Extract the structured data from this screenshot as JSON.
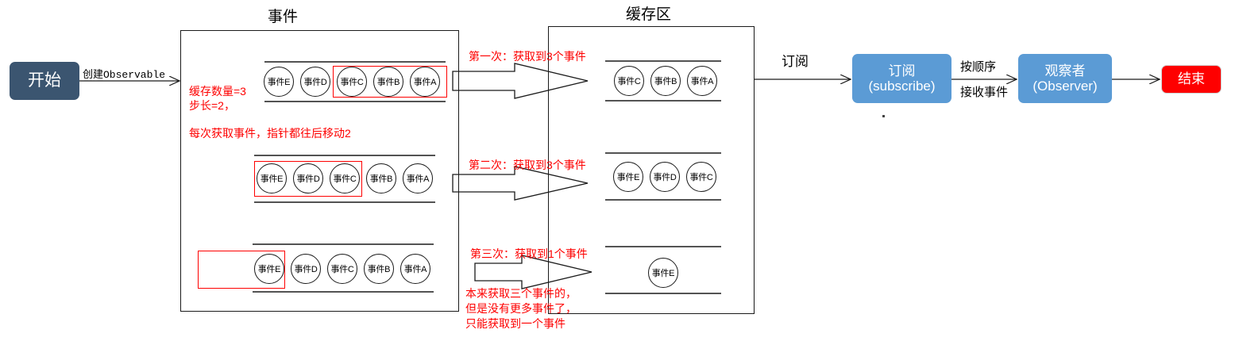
{
  "diagram": {
    "title_events": "事件",
    "title_buffer": "缓存区"
  },
  "nodes": {
    "start": "开始",
    "subscribe_line1": "订阅",
    "subscribe_line2": "(subscribe)",
    "observer_line1": "观察者",
    "observer_line2": "(Observer)",
    "end": "结束"
  },
  "edge_labels": {
    "create_observable": "创建Observable",
    "subscribe": "订阅",
    "in_order": "按顺序",
    "receive_events": "接收事件"
  },
  "annotations": {
    "buffer_count": "缓存数量=3",
    "step": "步长=2，",
    "pointer_note": "每次获取事件，指针都往后移动2",
    "pass1": "第一次：获取到3个事件",
    "pass2": "第二次：获取到3个事件",
    "pass3": "第三次：获取到1个事件",
    "tail_line1": "本来获取三个事件的，",
    "tail_line2": "但是没有更多事件了，",
    "tail_line3": "只能获取到一个事件"
  },
  "events_rows": [
    {
      "id": "row1",
      "items": [
        "事件E",
        "事件D",
        "事件C",
        "事件B",
        "事件A"
      ],
      "selected": [
        "事件C",
        "事件B",
        "事件A"
      ]
    },
    {
      "id": "row2",
      "items": [
        "事件E",
        "事件D",
        "事件C",
        "事件B",
        "事件A"
      ],
      "selected": [
        "事件E",
        "事件D",
        "事件C"
      ]
    },
    {
      "id": "row3",
      "items": [
        "事件E",
        "事件D",
        "事件C",
        "事件B",
        "事件A"
      ],
      "selected": [
        "事件E"
      ]
    }
  ],
  "buffer_rows": [
    {
      "id": "buf1",
      "items": [
        "事件C",
        "事件B",
        "事件A"
      ]
    },
    {
      "id": "buf2",
      "items": [
        "事件E",
        "事件D",
        "事件C"
      ]
    },
    {
      "id": "buf3",
      "items": [
        "事件E"
      ]
    }
  ],
  "colors": {
    "start_fill": "#3b5570",
    "process_fill": "#5b9bd5",
    "end_fill": "#fe0000",
    "annotation": "#fe0000",
    "stroke": "#1a1a1a"
  }
}
